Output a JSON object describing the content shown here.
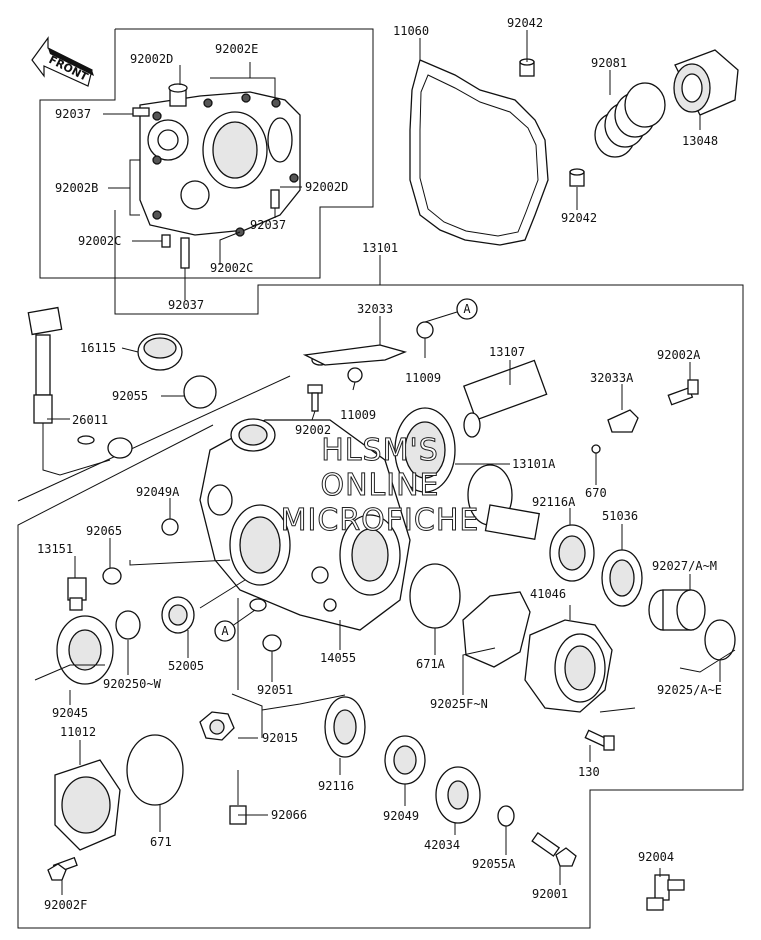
{
  "diagram": {
    "front_marker": "FRONT",
    "watermark": [
      "HLSM'S",
      "ONLINE",
      "MICROFICHE"
    ],
    "ref_marker": "A",
    "part_labels": {
      "p92002D": "92002D",
      "p92002E": "92002E",
      "p92037a": "92037",
      "p92002B": "92002B",
      "p92002Da": "92002D",
      "p92002Ca": "92002C",
      "p92037b": "92037",
      "p92002Cb": "92002C",
      "p92037c": "92037",
      "p11060": "11060",
      "p92042a": "92042",
      "p92081": "92081",
      "p13048": "13048",
      "p92042b": "92042",
      "p13101": "13101",
      "p32033": "32033",
      "p11009a": "11009",
      "p13107": "13107",
      "p92002A": "92002A",
      "p16115": "16115",
      "p92055": "92055",
      "p11009b": "11009",
      "p92002": "92002",
      "p32033A": "32033A",
      "p26011": "26011",
      "p13101A": "13101A",
      "p670": "670",
      "p92049A": "92049A",
      "p92116A": "92116A",
      "p51036": "51036",
      "p92065": "92065",
      "p13151": "13151",
      "p92027": "92027/A~M",
      "p41046": "41046",
      "p52005": "52005",
      "p14055": "14055",
      "p671A": "671A",
      "p92050": "920250~W",
      "p92045": "92045",
      "p92051": "92051",
      "p92025F": "92025F~N",
      "p92025A": "92025/A~E",
      "p11012": "11012",
      "p92015": "92015",
      "p92116": "92116",
      "p130": "130",
      "p671": "671",
      "p92066": "92066",
      "p92049": "92049",
      "p42034": "42034",
      "p92055A": "92055A",
      "p92004": "92004",
      "p92002F": "92002F",
      "p92001": "92001"
    }
  }
}
